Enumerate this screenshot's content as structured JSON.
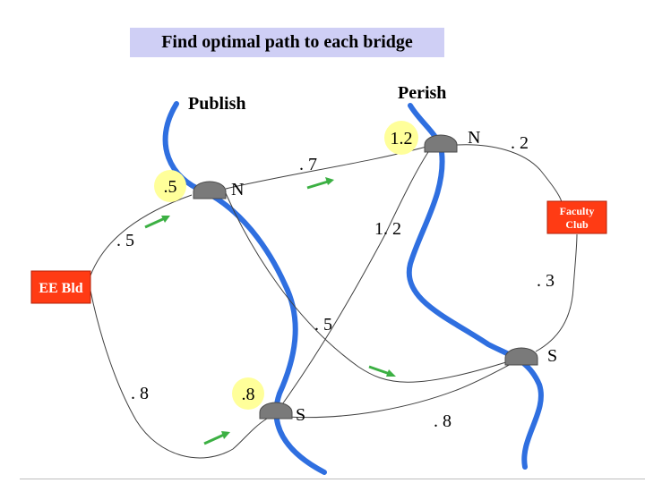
{
  "title": "Find optimal path to each bridge",
  "rivers": {
    "left_name": "Publish",
    "right_name": "Perish",
    "color": "#2f6fe0"
  },
  "buildings": {
    "ee": "EE Bld",
    "faculty": [
      "Faculty",
      "Club"
    ],
    "fill": "#ff3b14"
  },
  "bridges": {
    "left_north": {
      "side": "N",
      "value": ".5"
    },
    "left_south": {
      "side": "S",
      "value": ".8"
    },
    "right_north": {
      "side": "N",
      "value": "1.2"
    },
    "right_south": {
      "side": "S"
    }
  },
  "edge_weights": {
    "ee_to_left_north": ". 5",
    "ee_to_left_south": ". 8",
    "left_north_to_right_north": ". 7",
    "left_north_to_right_south": ". 5",
    "left_south_to_right_north": "1. 2",
    "left_south_to_right_south": ". 8",
    "right_north_to_faculty": ". 2",
    "right_south_to_faculty": ". 3"
  },
  "colors": {
    "value_bubble": "#ffff9a",
    "arrow": "#3cb043",
    "title_bg": "#cfcff5"
  }
}
